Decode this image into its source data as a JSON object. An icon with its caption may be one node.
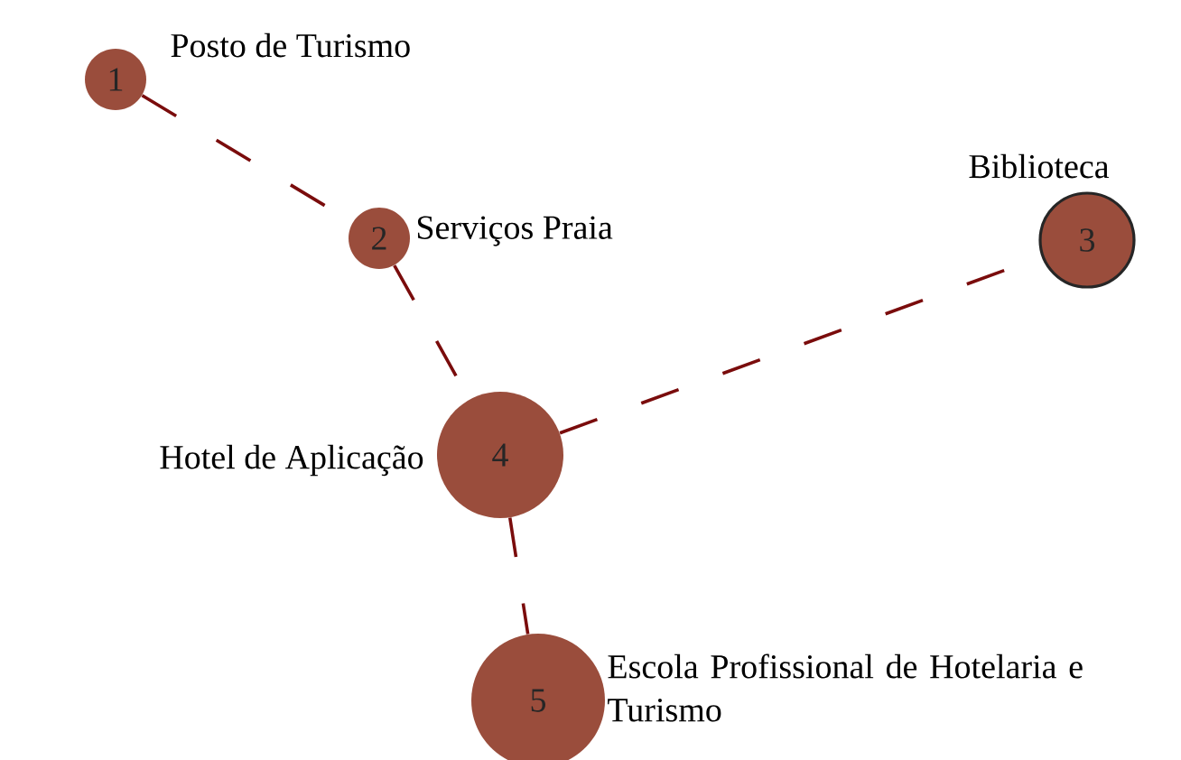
{
  "diagram": {
    "nodes": [
      {
        "text": [
          "1"
        ],
        "beside": [
          "Posto de Turismo"
        ]
      },
      {
        "text": [
          "2"
        ],
        "beside": [
          "Serviços Praia"
        ]
      },
      {
        "text": [
          "3"
        ],
        "beside": [
          "Biblioteca"
        ]
      },
      {
        "text": [
          "4"
        ],
        "beside": [
          "Hotel de Aplicação"
        ]
      },
      {
        "text": [
          "5"
        ],
        "beside": [
          "Escola Profissional de Hotelaria e Turismo"
        ]
      }
    ],
    "edges": [
      {
        "from": 0,
        "to": 1,
        "arrow": "none",
        "style": "dashed"
      },
      {
        "from": 1,
        "to": 3,
        "arrow": "none",
        "style": "dashed"
      },
      {
        "from": 3,
        "to": 2,
        "arrow": "none",
        "style": "dashed"
      },
      {
        "from": 3,
        "to": 4,
        "arrow": "none",
        "style": "dashed"
      }
    ]
  }
}
